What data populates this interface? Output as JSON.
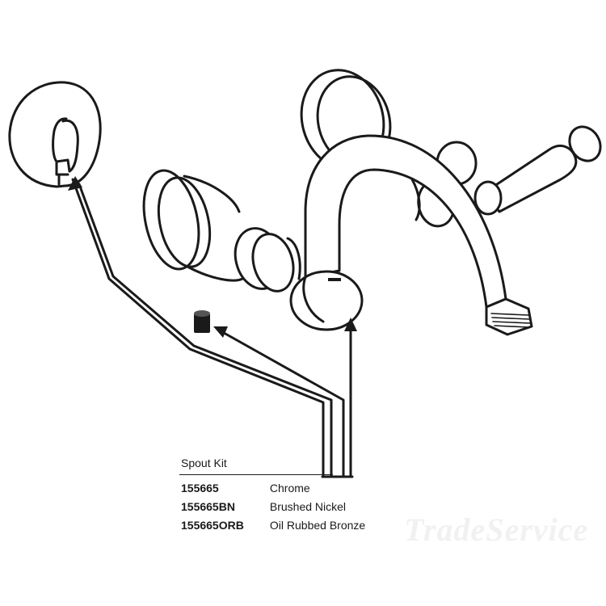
{
  "spout_kit": {
    "title": "Spout Kit",
    "items": [
      {
        "part_number": "155665",
        "finish": "Chrome"
      },
      {
        "part_number": "155665BN",
        "finish": "Brushed Nickel"
      },
      {
        "part_number": "155665ORB",
        "finish": "Oil Rubbed Bronze"
      }
    ]
  },
  "watermark": {
    "text": "TradeService"
  },
  "colors": {
    "line": "#1a1a1a",
    "background": "#ffffff",
    "watermark": "#f1f1f1"
  }
}
